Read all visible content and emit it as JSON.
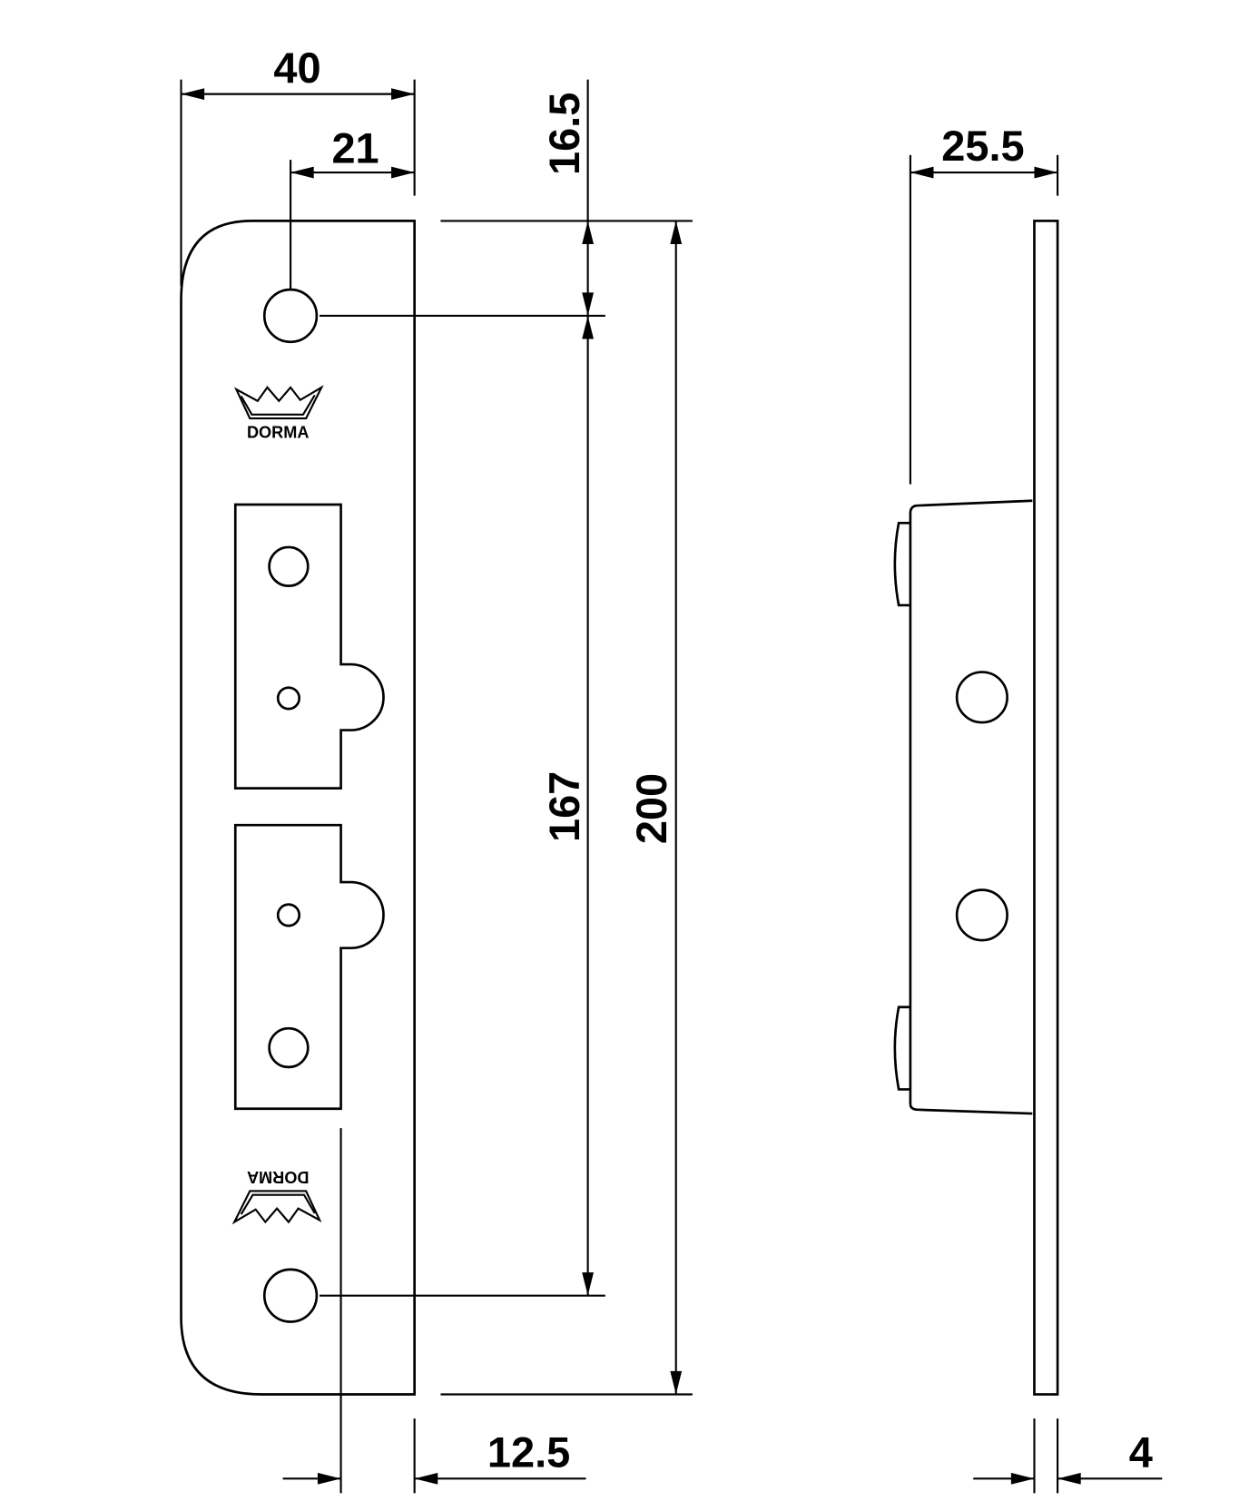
{
  "drawing": {
    "brand": "DORMA",
    "dimensions": {
      "width_total": "40",
      "hole_offset": "21",
      "hole_top_offset": "16.5",
      "hole_spacing": "167",
      "height_total": "200",
      "edge_offset": "12.5",
      "depth_total": "25.5",
      "plate_thickness": "4"
    },
    "line_color": "#000000",
    "background": "#ffffff"
  }
}
